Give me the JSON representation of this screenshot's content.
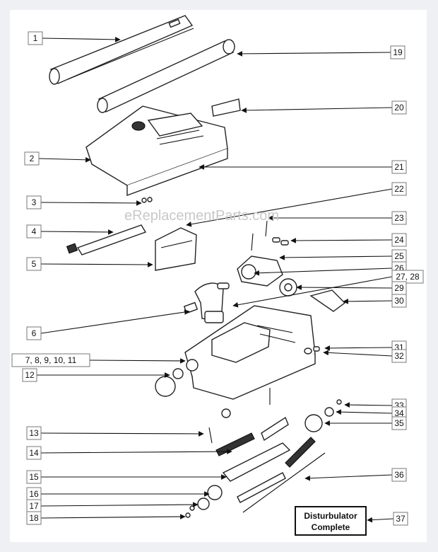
{
  "watermark": "eReplacementParts.com",
  "kit_label": {
    "line1": "Disturbulator",
    "line2": "Complete"
  },
  "callouts": [
    {
      "id": "c1",
      "label": "1"
    },
    {
      "id": "c2",
      "label": "2"
    },
    {
      "id": "c3",
      "label": "3"
    },
    {
      "id": "c4",
      "label": "4"
    },
    {
      "id": "c5",
      "label": "5"
    },
    {
      "id": "c6",
      "label": "6"
    },
    {
      "id": "c7",
      "label": "7, 8, 9, 10, 11"
    },
    {
      "id": "c12",
      "label": "12"
    },
    {
      "id": "c13",
      "label": "13"
    },
    {
      "id": "c14",
      "label": "14"
    },
    {
      "id": "c15",
      "label": "15"
    },
    {
      "id": "c16",
      "label": "16"
    },
    {
      "id": "c17",
      "label": "17"
    },
    {
      "id": "c18",
      "label": "18"
    },
    {
      "id": "c19",
      "label": "19"
    },
    {
      "id": "c20",
      "label": "20"
    },
    {
      "id": "c21",
      "label": "21"
    },
    {
      "id": "c22",
      "label": "22"
    },
    {
      "id": "c23",
      "label": "23"
    },
    {
      "id": "c24",
      "label": "24"
    },
    {
      "id": "c25",
      "label": "25"
    },
    {
      "id": "c26",
      "label": "26"
    },
    {
      "id": "c27",
      "label": "27, 28"
    },
    {
      "id": "c29",
      "label": "29"
    },
    {
      "id": "c30",
      "label": "30"
    },
    {
      "id": "c31",
      "label": "31"
    },
    {
      "id": "c32",
      "label": "32"
    },
    {
      "id": "c33",
      "label": "33"
    },
    {
      "id": "c34",
      "label": "34"
    },
    {
      "id": "c35",
      "label": "35"
    },
    {
      "id": "c36",
      "label": "36"
    },
    {
      "id": "c37",
      "label": "37"
    }
  ]
}
